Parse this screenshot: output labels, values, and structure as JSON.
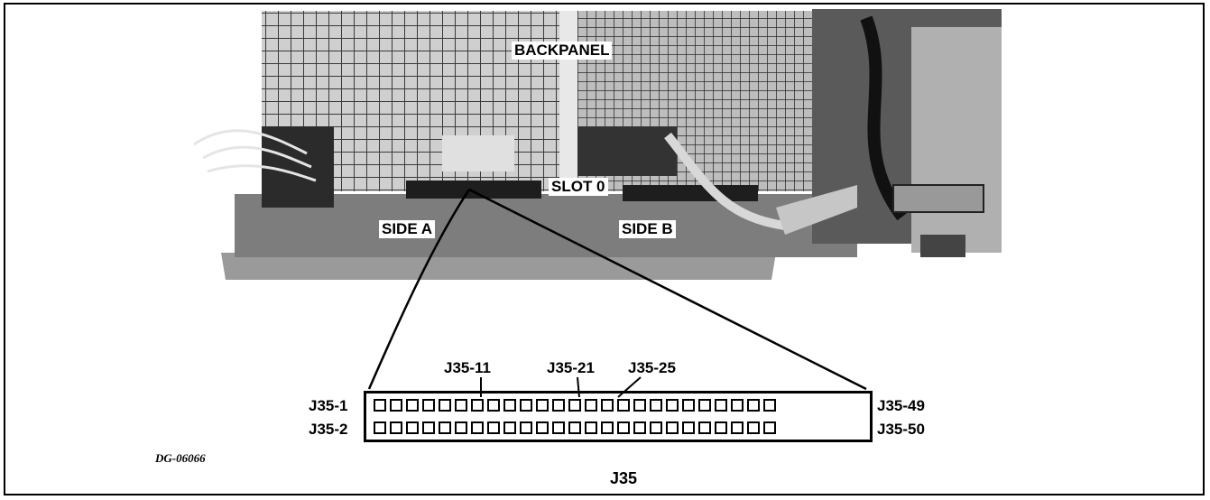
{
  "figure": {
    "photo_labels": {
      "backpanel": "BACKPANEL",
      "slot": "SLOT 0",
      "side_a": "SIDE A",
      "side_b": "SIDE B"
    },
    "reference": "DG-06066",
    "caption": "J35",
    "connector": {
      "pins_per_row": 25,
      "left_labels": [
        "J35-1",
        "J35-2"
      ],
      "right_labels": [
        "J35-49",
        "J35-50"
      ],
      "callouts": [
        "J35-11",
        "J35-21",
        "J35-25"
      ]
    }
  }
}
